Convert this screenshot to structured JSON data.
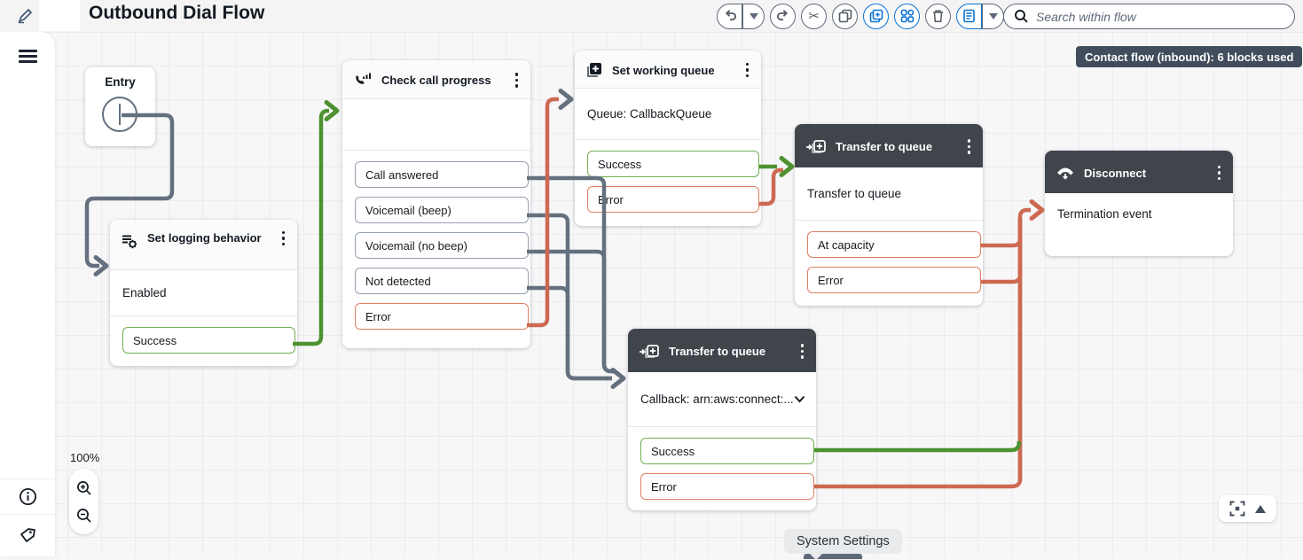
{
  "header": {
    "title": "Outbound Dial Flow",
    "search_placeholder": "Search within flow",
    "toolbar_icons": [
      "edit-pencil-icon",
      "undo-icon",
      "undo-caret-icon",
      "redo-icon",
      "cut-icon",
      "copy-icon",
      "paste-plus-icon",
      "blocks-grid-icon",
      "trash-icon",
      "notes-icon",
      "notes-caret-icon",
      "search-icon"
    ]
  },
  "status_badge": {
    "label": "Contact flow (inbound): 6 blocks used"
  },
  "sidebar": {
    "icons": [
      "hamburger-menu-icon",
      "info-icon",
      "tag-icon"
    ]
  },
  "canvas": {
    "zoom_percent": "100%",
    "tooltip": "System Settings",
    "corner_icons": [
      "zoom-in-icon",
      "zoom-out-icon",
      "fit-screen-icon",
      "expand-minimap-icon"
    ]
  },
  "colors": {
    "success_wire": "#4d9130",
    "error_wire": "#cd6951",
    "neutral_wire": "#64707e",
    "accent_blue": "#0972d3",
    "dark_header": "#40454c",
    "badge_bg": "#414d5c"
  },
  "blocks": {
    "entry": {
      "title": "Entry"
    },
    "set_logging_behavior": {
      "title": "Set logging behavior",
      "detail": "Enabled",
      "ports": [
        {
          "label": "Success",
          "type": "success"
        }
      ]
    },
    "check_call_progress": {
      "title": "Check call progress",
      "ports": [
        {
          "label": "Call answered",
          "type": "neutral"
        },
        {
          "label": "Voicemail (beep)",
          "type": "neutral"
        },
        {
          "label": "Voicemail (no beep)",
          "type": "neutral"
        },
        {
          "label": "Not detected",
          "type": "neutral"
        },
        {
          "label": "Error",
          "type": "error"
        }
      ]
    },
    "set_working_queue": {
      "title": "Set working queue",
      "detail": "Queue: CallbackQueue",
      "ports": [
        {
          "label": "Success",
          "type": "success"
        },
        {
          "label": "Error",
          "type": "error"
        }
      ]
    },
    "transfer_to_queue_top": {
      "title": "Transfer to queue",
      "detail": "Transfer to queue",
      "ports": [
        {
          "label": "At capacity",
          "type": "error"
        },
        {
          "label": "Error",
          "type": "error"
        }
      ]
    },
    "disconnect": {
      "title": "Disconnect",
      "detail": "Termination event"
    },
    "transfer_to_queue_bottom": {
      "title": "Transfer to queue",
      "detail": "Callback: arn:aws:connect:...",
      "ports": [
        {
          "label": "Success",
          "type": "success"
        },
        {
          "label": "Error",
          "type": "error"
        }
      ]
    }
  }
}
